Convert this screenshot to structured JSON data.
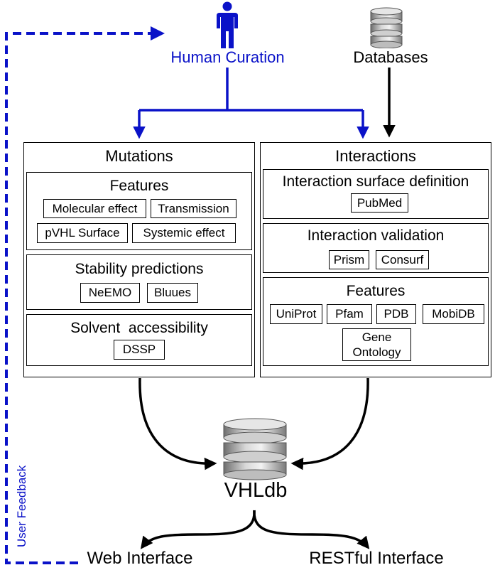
{
  "sources": {
    "human_curation": "Human Curation",
    "databases": "Databases"
  },
  "mutations": {
    "title": "Mutations",
    "features": {
      "title": "Features",
      "tags": [
        "Molecular effect",
        "Transmission",
        "pVHL Surface",
        "Systemic effect"
      ]
    },
    "stability": {
      "title": "Stability predictions",
      "tags": [
        "NeEMO",
        "Bluues"
      ]
    },
    "solvent": {
      "title": "Solvent  accessibility",
      "tags": [
        "DSSP"
      ]
    }
  },
  "interactions": {
    "title": "Interactions",
    "surface": {
      "title": "Interaction surface definition",
      "tags": [
        "PubMed"
      ]
    },
    "validation": {
      "title": "Interaction validation",
      "tags": [
        "Prism",
        "Consurf"
      ]
    },
    "features": {
      "title": "Features",
      "tags": [
        "UniProt",
        "Pfam",
        "PDB",
        "MobiDB",
        "Gene",
        "Ontology"
      ]
    }
  },
  "database": "VHLdb",
  "outputs": {
    "web": "Web Interface",
    "rest": "RESTful Interface"
  },
  "feedback": "User Feedback",
  "colors": {
    "curation_blue": "#0a12c8",
    "black": "#000000",
    "db_gray": "#9a9a9a"
  },
  "icons": [
    "person-icon",
    "database-icon"
  ]
}
